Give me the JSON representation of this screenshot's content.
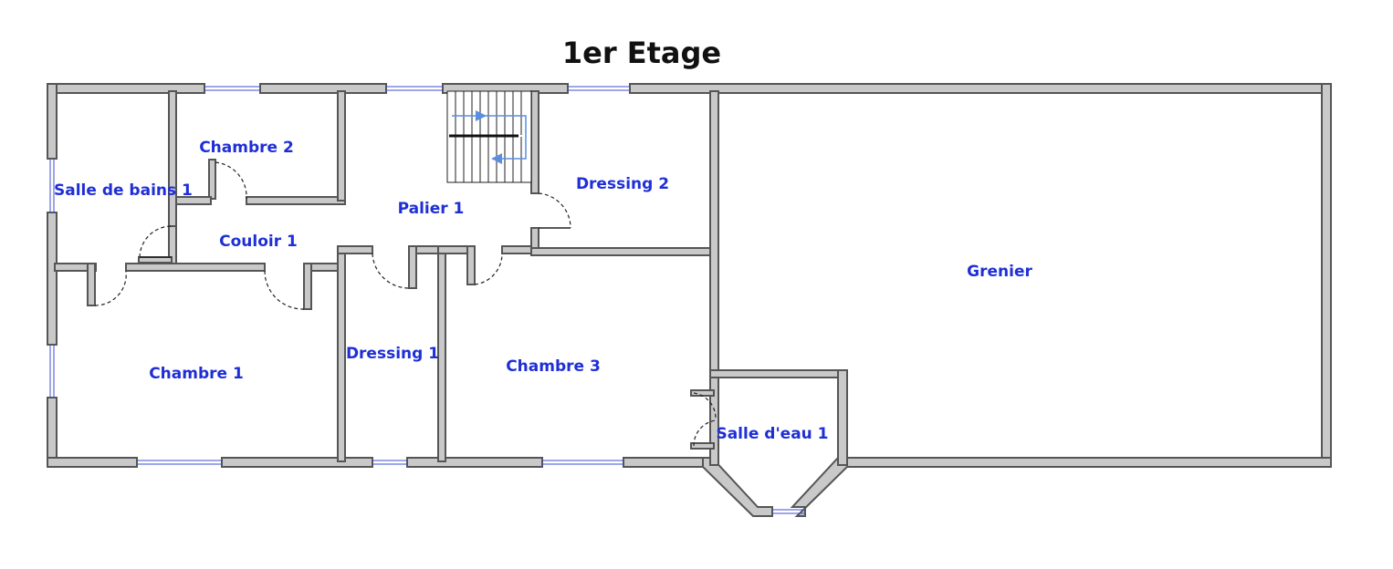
{
  "plan": {
    "title": "1er Etage",
    "colors": {
      "wall_fill": "#c9c9c9",
      "wall_stroke": "#555555",
      "label": "#1f2fd6",
      "window": "#3d4fd0",
      "stair_arrow": "#5a8ee0"
    },
    "rooms": {
      "salle_de_bains_1": "Salle de bains 1",
      "chambre_2": "Chambre 2",
      "palier_1": "Palier 1",
      "dressing_2": "Dressing 2",
      "couloir_1": "Couloir 1",
      "grenier": "Grenier",
      "chambre_1": "Chambre 1",
      "dressing_1": "Dressing 1",
      "chambre_3": "Chambre 3",
      "salle_d_eau_1": "Salle d'eau 1"
    }
  }
}
